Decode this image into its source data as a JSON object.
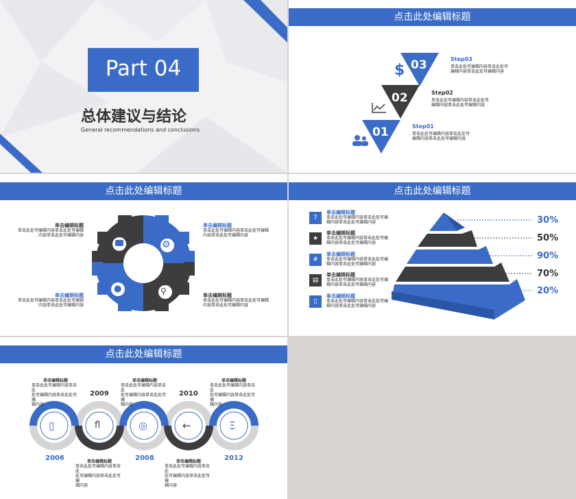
{
  "cover": {
    "part": "Part 04",
    "title_cn": "总体建议与结论",
    "title_en": "General recommendations and conclusions"
  },
  "slide_header": "点击此处编辑标题",
  "steps": [
    {
      "num": "03",
      "label": "Step03",
      "desc1": "单击此处可编辑内容单击此处可",
      "desc2": "编辑内容单击此处可编辑内容"
    },
    {
      "num": "02",
      "label": "Step02",
      "desc1": "单击此处可编辑内容单击此处可",
      "desc2": "编辑内容单击此处可编辑内容"
    },
    {
      "num": "01",
      "label": "Step01",
      "desc1": "单击此处可编辑内容单击此处可",
      "desc2": "编辑内容单击此处可编辑内容"
    }
  ],
  "gear_items": [
    {
      "title": "单击编辑标题",
      "desc1": "单击此处可编辑内容单击此处可编辑",
      "desc2": "内容单击此处可编辑内容"
    },
    {
      "title": "单击编辑标题",
      "desc1": "单击此处可编辑内容单击此处可编辑",
      "desc2": "内容单击此处可编辑内容"
    },
    {
      "title": "单击编辑标题",
      "desc1": "单击此处可编辑内容单击此处可编辑",
      "desc2": "内容单击此处可编辑内容"
    },
    {
      "title": "单击编辑标题",
      "desc1": "单击此处可编辑内容单击此处可编辑",
      "desc2": "内容单击此处可编辑内容"
    }
  ],
  "pyramid_items": [
    {
      "icon": "7",
      "title": "单击编辑标题",
      "desc1": "单击此处可编辑内容单击此处可编",
      "desc2": "辑内容单击此处可编辑内容"
    },
    {
      "icon": "★",
      "title": "单击编辑标题",
      "desc1": "单击此处可编辑内容单击此处可编",
      "desc2": "辑内容单击此处可编辑内容"
    },
    {
      "icon": "#",
      "title": "单击编辑标题",
      "desc1": "单击此处可编辑内容单击此处可编",
      "desc2": "辑内容单击此处可编辑内容"
    },
    {
      "icon": "▤",
      "title": "单击编辑标题",
      "desc1": "单击此处可编辑内容单击此处可编",
      "desc2": "辑内容单击此处可编辑内容"
    },
    {
      "icon": "▯",
      "title": "单击编辑标题",
      "desc1": "单击此处可编辑内容单击此处可编",
      "desc2": "辑内容单击此处可编辑内容"
    }
  ],
  "pyramid_percents": [
    "30%",
    "50%",
    "90%",
    "70%",
    "20%"
  ],
  "timeline": {
    "years": [
      "2006",
      "2009",
      "2008",
      "2010",
      "2012"
    ],
    "circle_icons": [
      "▯",
      "fl",
      "◎",
      "←",
      "Ξ"
    ],
    "top_items": [
      {
        "title": "单击编辑标题",
        "desc1": "单击此处可编辑内容单击此",
        "desc2": "处可编辑内容单击此处可编",
        "desc3": "辑内容"
      },
      {
        "title": "单击编辑标题",
        "desc1": "单击此处可编辑内容单击此",
        "desc2": "处可编辑内容单击此处可编",
        "desc3": "辑内容"
      },
      {
        "title": "单击编辑标题",
        "desc1": "单击此处可编辑内容单击此",
        "desc2": "处可编辑内容单击此处可编",
        "desc3": "辑内容"
      }
    ],
    "bottom_items": [
      {
        "title": "单击编辑标题",
        "desc1": "单击此处可编辑内容单击此",
        "desc2": "处可编辑内容单击此处可编",
        "desc3": "辑内容"
      },
      {
        "title": "单击编辑标题",
        "desc1": "单击此处可编辑内容单击此",
        "desc2": "处可编辑内容单击此处可编",
        "desc3": "辑内容"
      }
    ]
  },
  "colors": {
    "accent": "#3a6bc6",
    "dark": "#3d3d40",
    "grey": "#d5d5d7"
  }
}
